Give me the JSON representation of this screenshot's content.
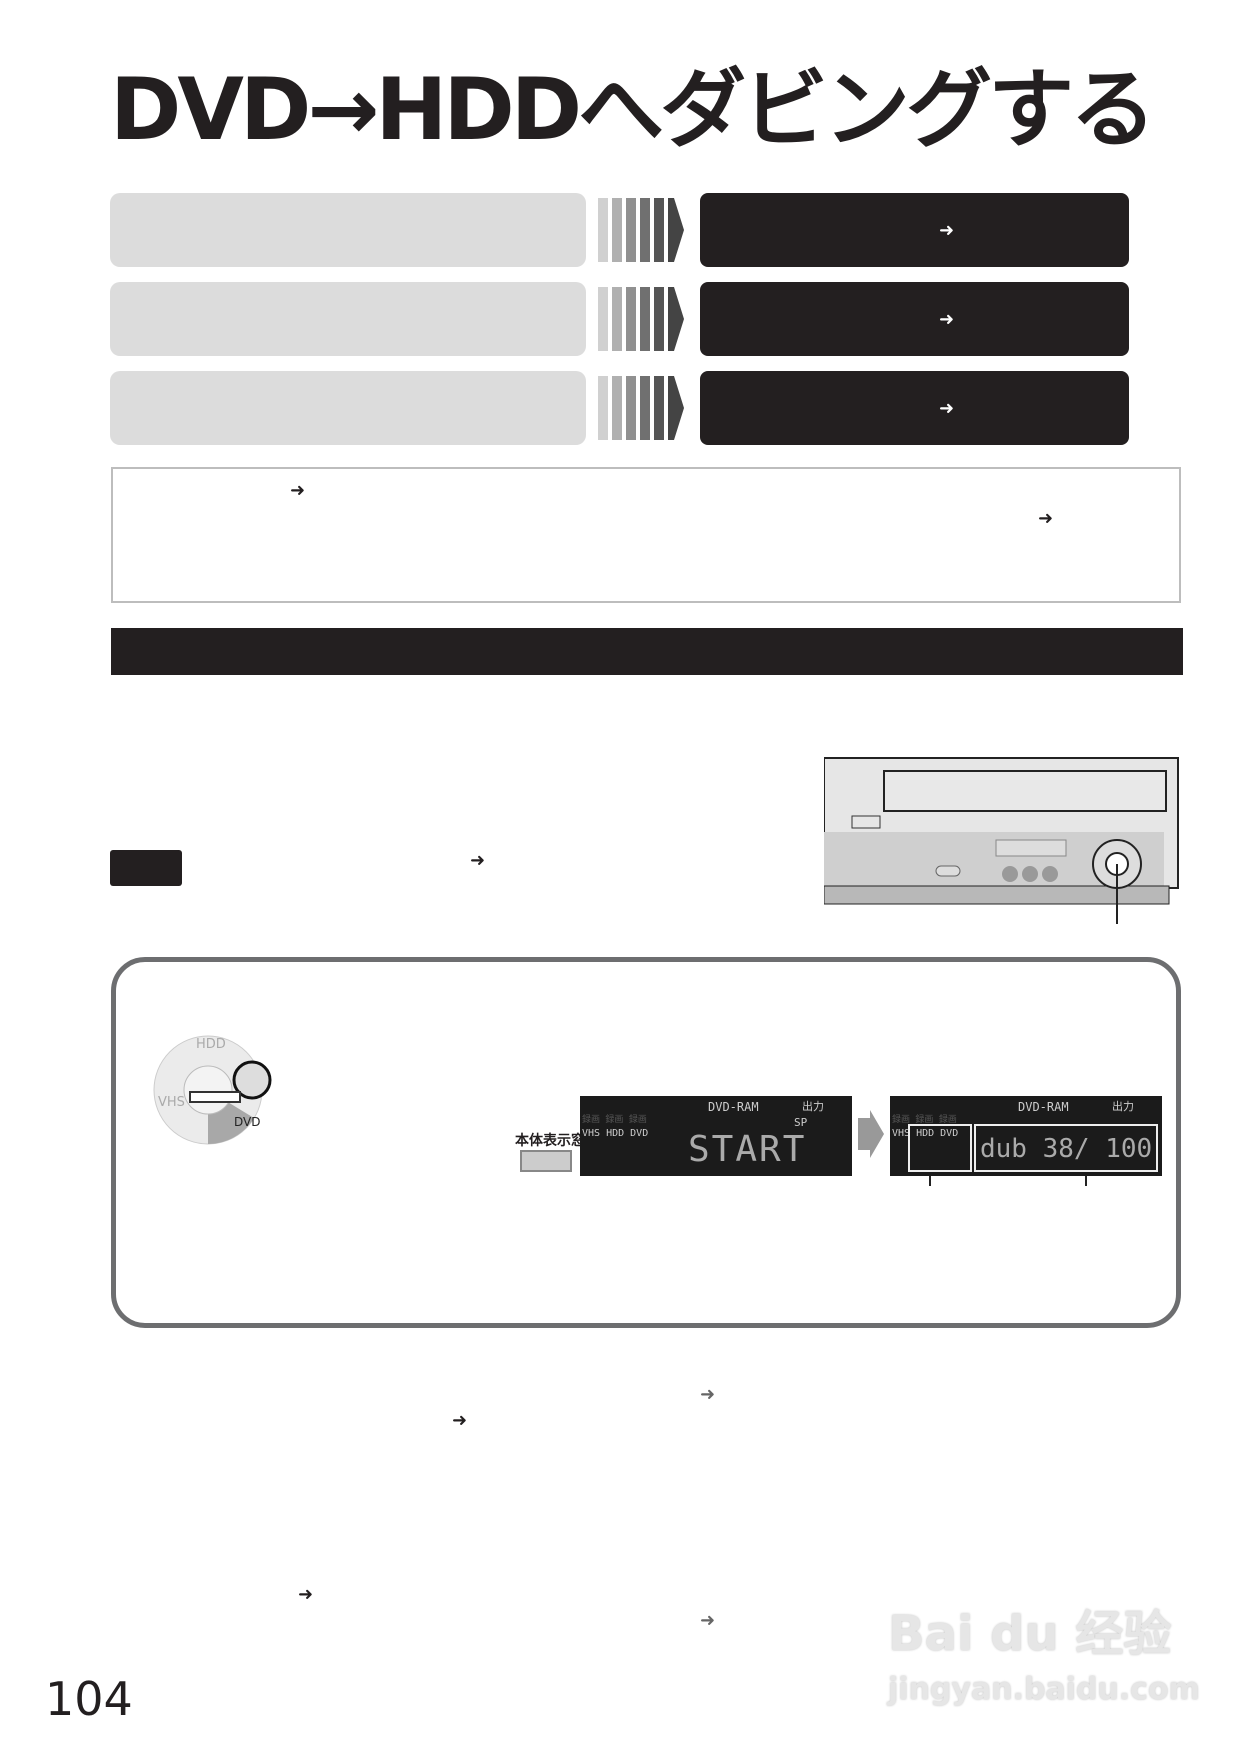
{
  "title": "DVD→HDDへダビングする",
  "flow_rows": [
    {
      "arrow": "➜"
    },
    {
      "arrow": "➜"
    },
    {
      "arrow": "➜"
    }
  ],
  "note": {
    "arrow1": "➜",
    "arrow2": "➜"
  },
  "section_arrow": "➜",
  "panel": {
    "dial_labels": {
      "hdd": "HDD",
      "vhs": "VHS",
      "dvd": "DVD"
    },
    "display_window_label": "本体表示窓",
    "lcd1": {
      "media": "DVD-RAM",
      "output": "出力",
      "mode": "SP",
      "sources": "VHS HDD DVD",
      "rec": "録画 録画 録画",
      "text": "START"
    },
    "lcd2": {
      "media": "DVD-RAM",
      "output": "出力",
      "sources": "VHS HDD DVD",
      "rec": "録画 録画 録画",
      "text": "dub 38/ 100"
    }
  },
  "bottom_arrows": [
    "➜",
    "➜",
    "➜",
    "➜"
  ],
  "page_number": "104",
  "watermark": {
    "logo": "Bai du 经验",
    "url": "jingyan.baidu.com"
  },
  "colors": {
    "dark": "#231f20",
    "light_box": "#dcdcdc",
    "border": "#6d6e70"
  }
}
